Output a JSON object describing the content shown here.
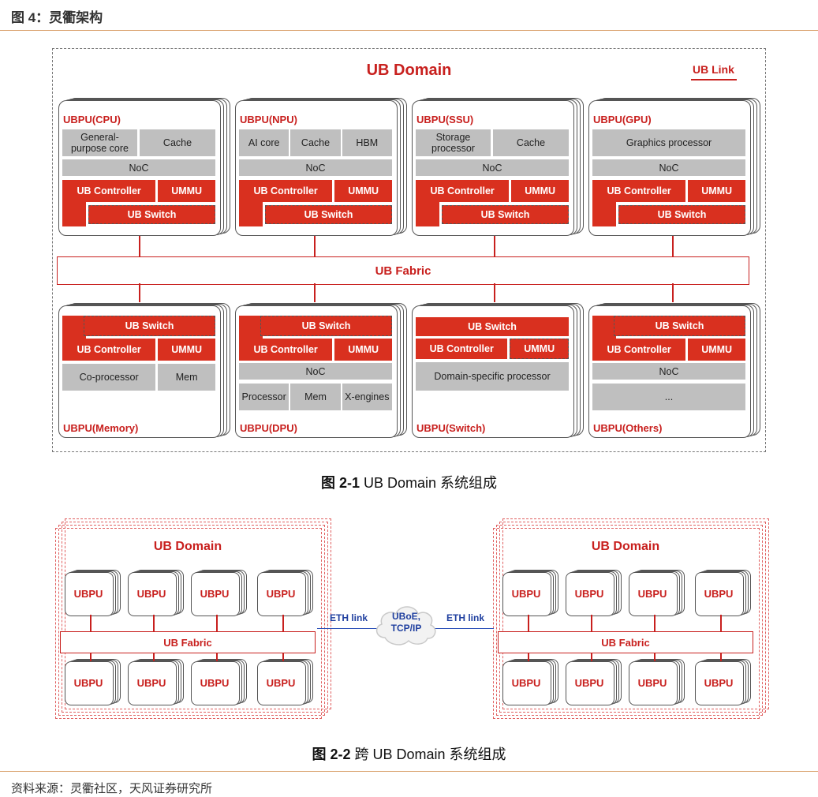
{
  "header": {
    "title": "图 4：灵衢架构"
  },
  "fig1": {
    "domain_title": "UB Domain",
    "ub_link": "UB Link",
    "fabric": "UB Fabric",
    "top_cards": [
      {
        "title": "UBPU(CPU)",
        "c1": "General-\npurpose core",
        "c2": "Cache",
        "noc": "NoC",
        "ctrl": "UB Controller",
        "ummu": "UMMU",
        "sw": "UB Switch"
      },
      {
        "title": "UBPU(NPU)",
        "c1": "AI core",
        "c2": "Cache",
        "c3": "HBM",
        "noc": "NoC",
        "ctrl": "UB Controller",
        "ummu": "UMMU",
        "sw": "UB Switch"
      },
      {
        "title": "UBPU(SSU)",
        "c1": "Storage\nprocessor",
        "c2": "Cache",
        "noc": "NoC",
        "ctrl": "UB Controller",
        "ummu": "UMMU",
        "sw": "UB Switch"
      },
      {
        "title": "UBPU(GPU)",
        "c1": "Graphics processor",
        "noc": "NoC",
        "ctrl": "UB Controller",
        "ummu": "UMMU",
        "sw": "UB Switch"
      }
    ],
    "bottom_cards": [
      {
        "title": "UBPU(Memory)",
        "sw": "UB Switch",
        "ctrl": "UB Controller",
        "ummu": "UMMU",
        "c1": "Co-processor",
        "c2": "Mem"
      },
      {
        "title": "UBPU(DPU)",
        "sw": "UB Switch",
        "ctrl": "UB Controller",
        "ummu": "UMMU",
        "noc": "NoC",
        "c1": "Processor",
        "c2": "Mem",
        "c3": "X-engines"
      },
      {
        "title": "UBPU(Switch)",
        "sw": "UB Switch",
        "ctrl": "UB Controller",
        "ummu": "UMMU",
        "c1": "Domain-specific processor"
      },
      {
        "title": "UBPU(Others)",
        "sw": "UB Switch",
        "ctrl": "UB Controller",
        "ummu": "UMMU",
        "noc": "NoC",
        "c1": "..."
      }
    ],
    "caption_bold": "图 2-1",
    "caption_text": " UB Domain 系统组成"
  },
  "fig2": {
    "left_title": "UB Domain",
    "right_title": "UB Domain",
    "ubpu": "UBPU",
    "fabric": "UB Fabric",
    "eth_left": "ETH link",
    "eth_right": "ETH link",
    "cloud": "UBoE,\nTCP/IP",
    "caption_bold": "图 2-2",
    "caption_text": " 跨 UB Domain 系统组成"
  },
  "source": "资料来源：灵衢社区，天风证券研究所"
}
